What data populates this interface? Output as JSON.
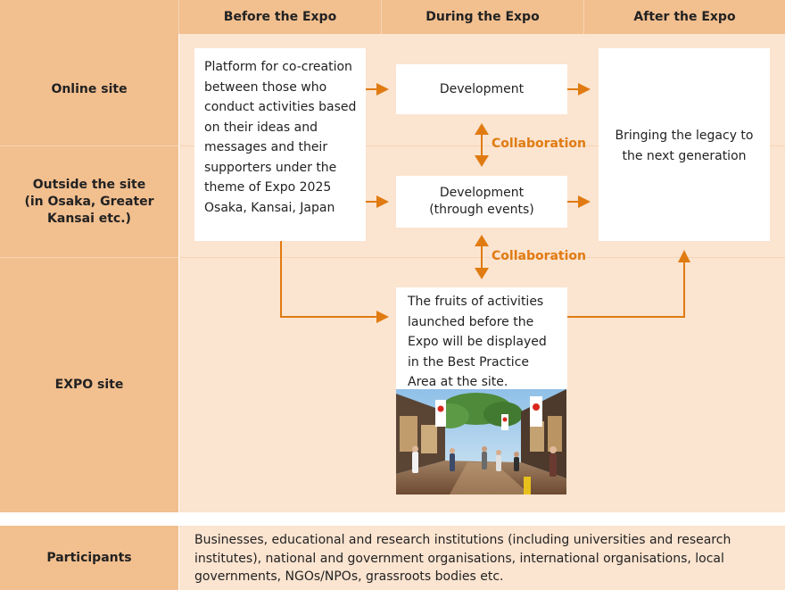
{
  "columns": {
    "before": "Before the Expo",
    "during": "During the Expo",
    "after": "After the Expo"
  },
  "rows": {
    "online": "Online site",
    "outside": "Outside the site\n(in Osaka, Greater\nKansai etc.)",
    "expo": "EXPO site",
    "participants": "Participants"
  },
  "boxes": {
    "platform": "Platform for co-creation between those who conduct activities based on their ideas and messages and their supporters under the theme of Expo 2025 Osaka, Kansai, Japan",
    "development_online": "Development",
    "development_events_line1": "Development",
    "development_events_line2": "(through events)",
    "legacy": "Bringing the legacy to the next generation",
    "fruits": "The fruits of activities launched before the Expo will be displayed in the Best Practice Area at the site."
  },
  "collaboration_label": "Collaboration",
  "participants_text": "Businesses, educational and research institutions (including universities and research institutes), national and government organisations, international organisations, local governments, NGOs/NPOs, grassroots bodies etc.",
  "colors": {
    "header": "#f2bf8f",
    "body": "#fbe4d0",
    "arrow": "#e07b12"
  },
  "images": [
    {
      "name": "best-practice-area-photo"
    }
  ]
}
